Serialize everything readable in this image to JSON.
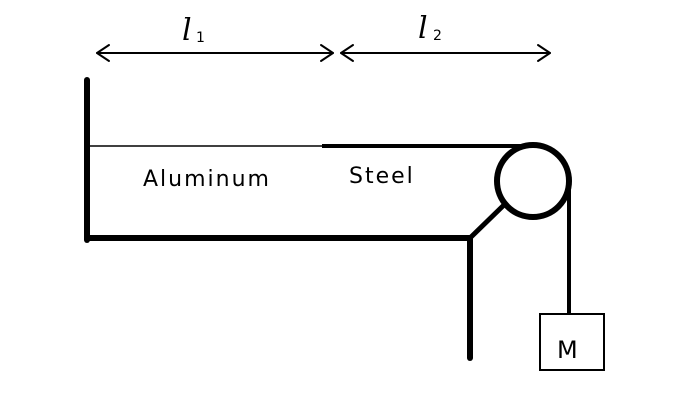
{
  "labels": {
    "length_1": "l",
    "length_1_sub": "1",
    "length_2": "l",
    "length_2_sub": "2",
    "material_1": "Aluminum",
    "material_2": "Steel",
    "mass": "M"
  }
}
